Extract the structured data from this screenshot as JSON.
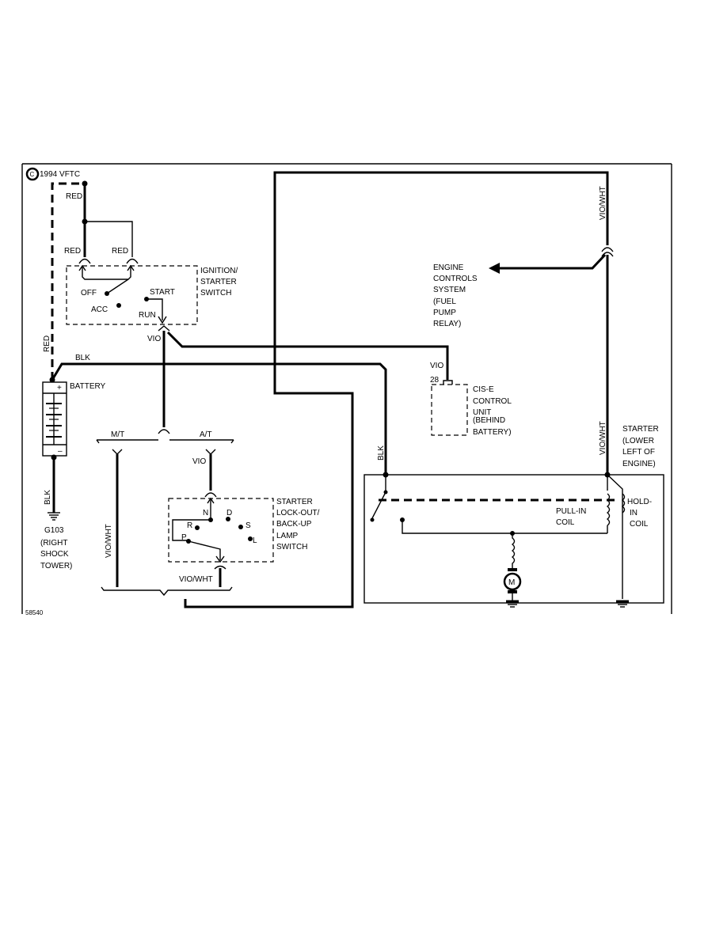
{
  "copyright": "1994 VFTC",
  "copyright_symbol": "C",
  "figure_number": "58540",
  "wires": {
    "red_top": "RED",
    "red_left": "RED",
    "red_right": "RED",
    "red_vertical": "RED",
    "blk_battery": "BLK",
    "blk_ground": "BLK",
    "blk_starter": "BLK",
    "vio_ignition": "VIO",
    "vio_ecu": "VIO",
    "vio_at": "VIO",
    "viowht_top": "VIO/WHT",
    "viowht_starter": "VIO/WHT",
    "viowht_mt": "VIO/WHT",
    "viowht_lockout": "VIO/WHT",
    "mt": "M/T",
    "at": "A/T",
    "pin_28": "28"
  },
  "ignition_switch": {
    "label": [
      "IGNITION/",
      "STARTER",
      "SWITCH"
    ],
    "positions": {
      "off": "OFF",
      "acc": "ACC",
      "start": "START",
      "run": "RUN"
    }
  },
  "battery": {
    "label": "BATTERY",
    "plus": "+",
    "minus": "–"
  },
  "ground": {
    "label": [
      "G103",
      "(RIGHT",
      "SHOCK",
      "TOWER)"
    ]
  },
  "engine_controls": {
    "label": [
      "ENGINE",
      "CONTROLS",
      "SYSTEM",
      "(FUEL",
      "PUMP",
      "RELAY)"
    ]
  },
  "cis_unit": {
    "label": [
      "CIS-E",
      "CONTROL",
      "UNIT",
      "(BEHIND",
      "BATTERY)"
    ]
  },
  "lockout_switch": {
    "label": [
      "STARTER",
      "LOCK-OUT/",
      "BACK-UP",
      "LAMP",
      "SWITCH"
    ],
    "positions": {
      "r": "R",
      "n": "N",
      "d": "D",
      "s": "S",
      "p": "P",
      "l": "L"
    }
  },
  "starter": {
    "label": [
      "STARTER",
      "(LOWER",
      "LEFT OF",
      "ENGINE)"
    ],
    "pull_in": [
      "PULL-IN",
      "COIL"
    ],
    "hold_in": [
      "HOLD-",
      "IN",
      "COIL"
    ],
    "motor": "M"
  }
}
